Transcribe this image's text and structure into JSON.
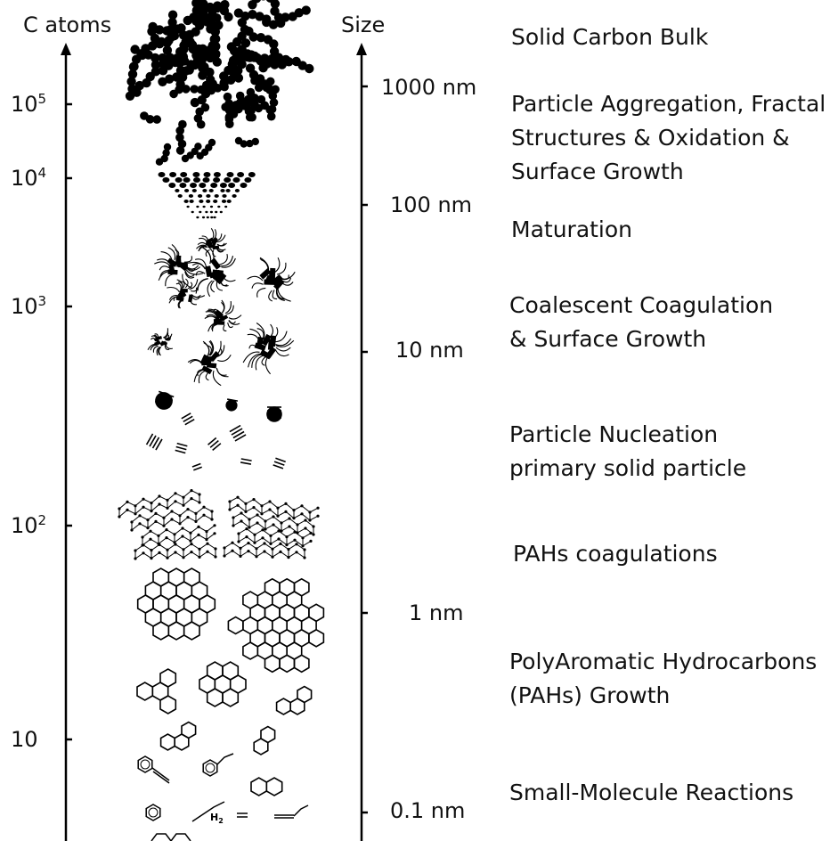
{
  "axes": {
    "left_title": "C atoms",
    "right_title": "Size",
    "left_ticks": [
      {
        "base": "10",
        "exp": "5"
      },
      {
        "base": "10",
        "exp": "4"
      },
      {
        "base": "10",
        "exp": "3"
      },
      {
        "base": "10",
        "exp": "2"
      },
      {
        "base": "10",
        "exp": ""
      }
    ],
    "right_ticks": [
      "1000 nm",
      "100 nm",
      "10 nm",
      "1 nm",
      "0.1 nm"
    ]
  },
  "stages": [
    {
      "lines": [
        "Solid Carbon Bulk"
      ]
    },
    {
      "lines": [
        "Particle Aggregation, Fractal",
        "Structures & Oxidation &",
        "Surface Growth"
      ]
    },
    {
      "lines": [
        "Maturation"
      ]
    },
    {
      "lines": [
        "Coalescent Coagulation",
        "& Surface Growth"
      ]
    },
    {
      "lines": [
        "Particle Nucleation",
        "primary solid particle"
      ]
    },
    {
      "lines": [
        "PAHs coagulations"
      ]
    },
    {
      "lines": [
        "PolyAromatic Hydrocarbons",
        "(PAHs) Growth"
      ]
    },
    {
      "lines": [
        "Small-Molecule Reactions"
      ]
    }
  ],
  "illustrations": {
    "h2_label": "H",
    "h2_sub": "2"
  }
}
